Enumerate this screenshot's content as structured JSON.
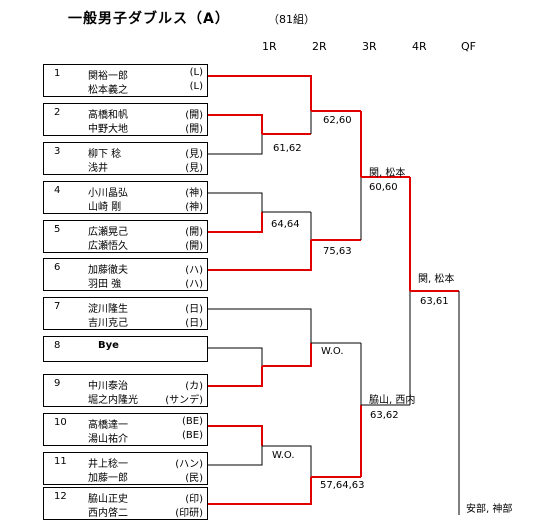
{
  "header": {
    "title": "一般男子ダブルス（A）",
    "subtitle": "（81組）"
  },
  "rounds": [
    "1R",
    "2R",
    "3R",
    "4R",
    "QF"
  ],
  "entries": [
    {
      "seed": "1",
      "p1": {
        "name": "関裕一郎",
        "club": "(L)"
      },
      "p2": {
        "name": "松本義之",
        "club": "(L)"
      }
    },
    {
      "seed": "2",
      "p1": {
        "name": "高橋和帆",
        "club": "(開)"
      },
      "p2": {
        "name": "中野大地",
        "club": "(開)"
      }
    },
    {
      "seed": "3",
      "p1": {
        "name": "柳下 稔",
        "club": "(見)"
      },
      "p2": {
        "name": "浅井",
        "club": "(見)"
      }
    },
    {
      "seed": "4",
      "p1": {
        "name": "小川晶弘",
        "club": "(神)"
      },
      "p2": {
        "name": "山崎 剛",
        "club": "(神)"
      }
    },
    {
      "seed": "5",
      "p1": {
        "name": "広瀬晃己",
        "club": "(開)"
      },
      "p2": {
        "name": "広瀬悟久",
        "club": "(開)"
      }
    },
    {
      "seed": "6",
      "p1": {
        "name": "加藤徹夫",
        "club": "(ハ)"
      },
      "p2": {
        "name": "羽田 強",
        "club": "(ハ)"
      }
    },
    {
      "seed": "7",
      "p1": {
        "name": "淀川隆生",
        "club": "(日)"
      },
      "p2": {
        "name": "吉川克己",
        "club": "(日)"
      }
    },
    {
      "seed": "8",
      "bye": "Bye"
    },
    {
      "seed": "9",
      "p1": {
        "name": "中川泰治",
        "club": "(カ)"
      },
      "p2": {
        "name": "堀之内隆光",
        "club": "(サンデ)"
      }
    },
    {
      "seed": "10",
      "p1": {
        "name": "高橋達一",
        "club": "(BE)"
      },
      "p2": {
        "name": "湯山祐介",
        "club": "(BE)"
      }
    },
    {
      "seed": "11",
      "p1": {
        "name": "井上稔一",
        "club": "(ハン)"
      },
      "p2": {
        "name": "加藤一郎",
        "club": "(民)"
      }
    },
    {
      "seed": "12",
      "p1": {
        "name": "脇山正史",
        "club": "(印)"
      },
      "p2": {
        "name": "西内啓二",
        "club": "(印研)"
      }
    }
  ],
  "results": {
    "r1_a": "61,62",
    "r2_a": "62,60",
    "r1_b": "64,64",
    "r2_b": "75,63",
    "r3_a_winner": "関, 松本",
    "r3_a_score": "60,60",
    "r4_winner": "関, 松本",
    "r4_score": "63,61",
    "r2_c": "W.O.",
    "r1_d": "W.O.",
    "r2_d": "57,64,63",
    "r3_b_winner": "脇山, 西内",
    "r3_b_score": "63,62",
    "qf_partial": "安部, 神部"
  },
  "colors": {
    "winner_line": "#e00000",
    "loser_line": "#000000"
  }
}
